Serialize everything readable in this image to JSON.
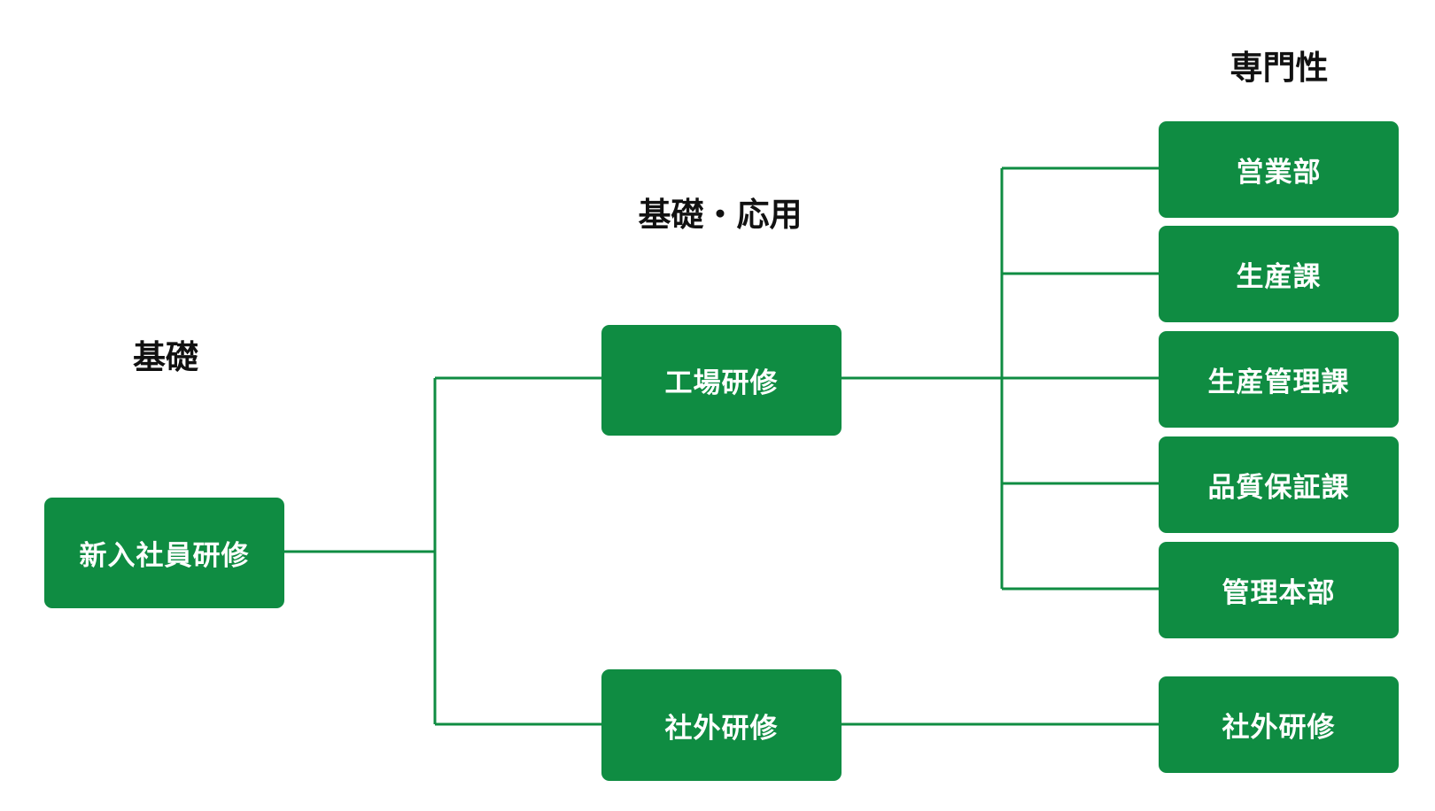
{
  "accent_color": "#0f8c42",
  "columns": {
    "basic": "基礎",
    "applied": "基礎・応用",
    "specialized": "専門性"
  },
  "nodes": {
    "root": "新入社員研修",
    "factory": "工場研修",
    "external_mid": "社外研修",
    "departments": [
      "営業部",
      "生産課",
      "生産管理課",
      "品質保証課",
      "管理本部"
    ],
    "external_right": "社外研修"
  }
}
